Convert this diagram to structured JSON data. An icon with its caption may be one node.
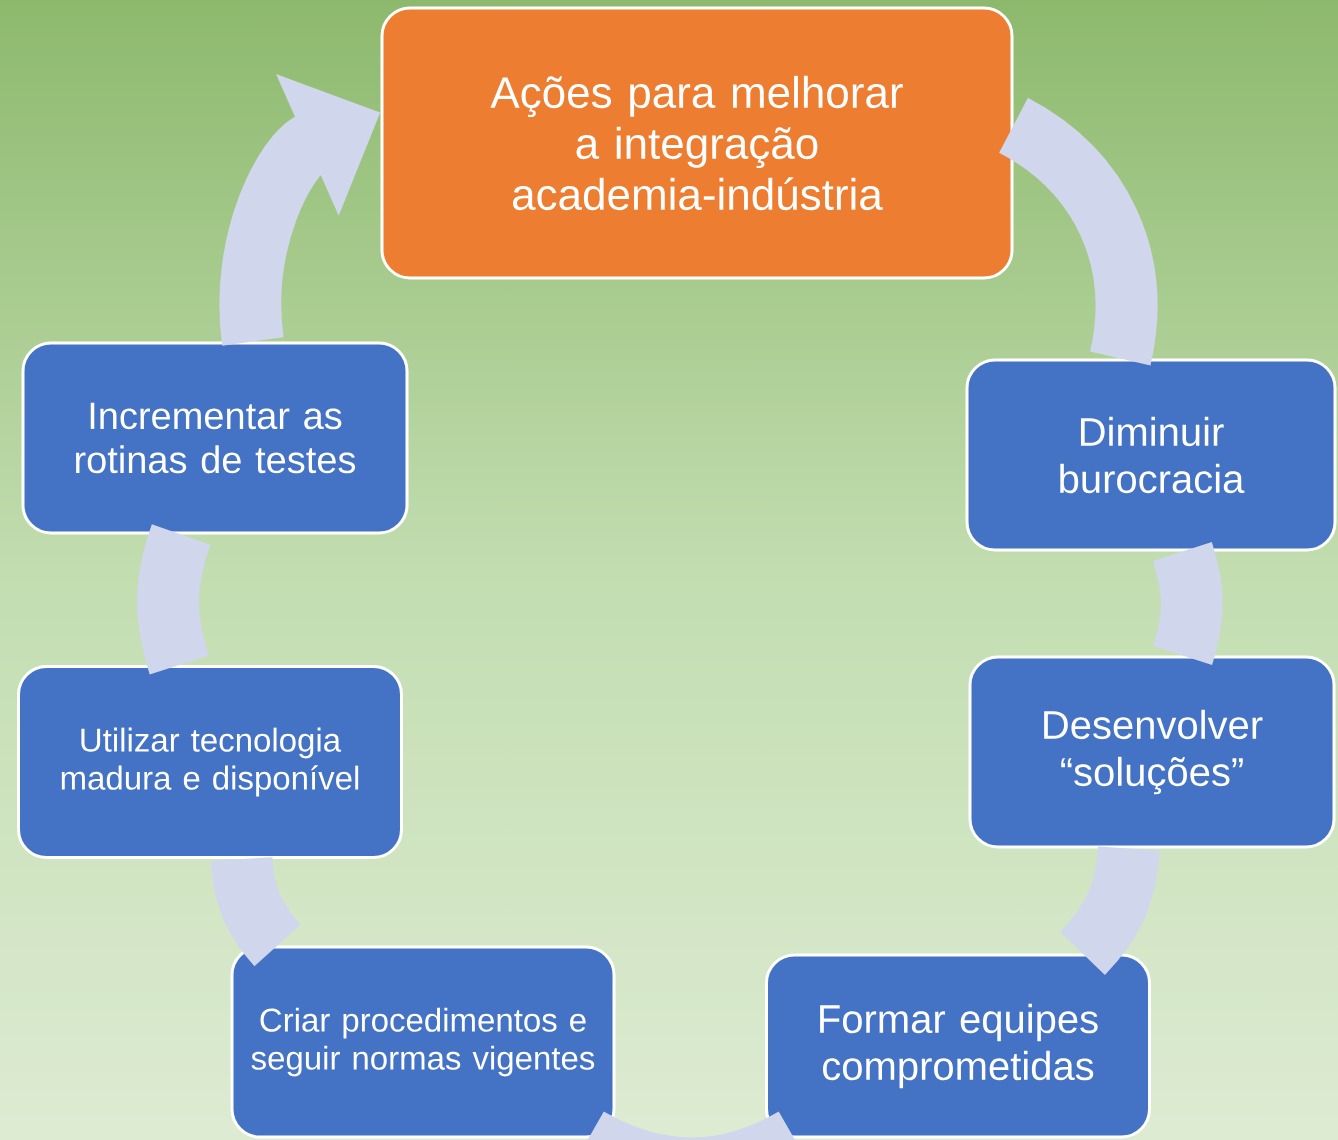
{
  "diagram": {
    "nodes": [
      {
        "text": [
          "Ações para melhorar a integração academia-indústria"
        ]
      },
      {
        "text": [
          "Diminuir burocracia"
        ]
      },
      {
        "text": [
          "Desenvolver “soluções”"
        ]
      },
      {
        "text": [
          "Formar equipes comprometidas"
        ]
      },
      {
        "text": [
          "Criar procedimentos e seguir normas vigentes"
        ]
      },
      {
        "text": [
          "Utilizar tecnologia madura e disponível"
        ]
      },
      {
        "text": [
          "Incrementar as rotinas de testes"
        ]
      }
    ],
    "edges": [
      {
        "from": 0,
        "to": 1,
        "arrow": "none"
      },
      {
        "from": 1,
        "to": 2,
        "arrow": "none"
      },
      {
        "from": 2,
        "to": 3,
        "arrow": "none"
      },
      {
        "from": 3,
        "to": 4,
        "arrow": "none"
      },
      {
        "from": 4,
        "to": 5,
        "arrow": "none"
      },
      {
        "from": 5,
        "to": 6,
        "arrow": "none"
      },
      {
        "from": 6,
        "to": 0,
        "arrow": "to"
      }
    ]
  }
}
